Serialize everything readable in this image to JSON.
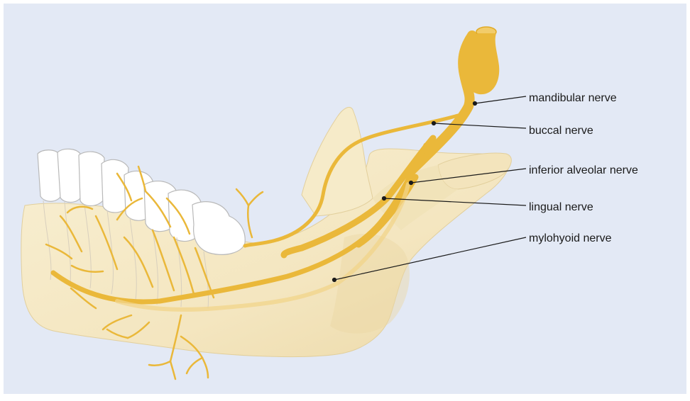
{
  "labels": {
    "mandibular_nerve": "mandibular nerve",
    "buccal_nerve": "buccal nerve",
    "inferior_alveolar_nerve": "inferior alveolar nerve",
    "lingual_nerve": "lingual nerve",
    "mylohyoid_nerve": "mylohyoid nerve"
  },
  "colors": {
    "background": "#e3e9f5",
    "bone": "#f6ebc9",
    "bone_shade": "#e9d8a6",
    "nerve": "#eab83a",
    "nerve_dark": "#e0aa26",
    "tooth": "#ffffff",
    "leader_line": "#1a1a1a"
  }
}
